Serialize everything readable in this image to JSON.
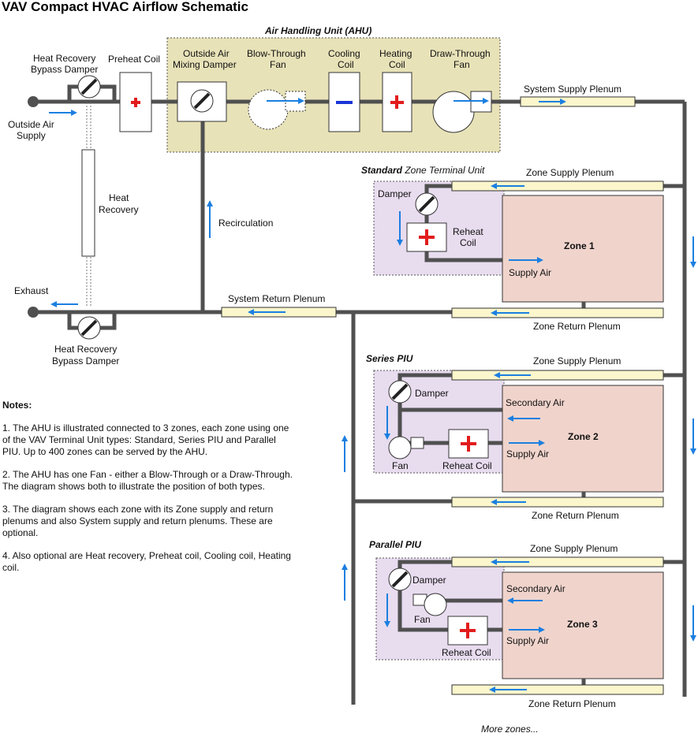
{
  "title": "VAV Compact HVAC Airflow Schematic",
  "ahu": {
    "label": "Air Handling Unit (AHU)",
    "mixing_damper": [
      "Outside Air",
      "Mixing Damper"
    ],
    "blow_through_fan": [
      "Blow-Through",
      "Fan"
    ],
    "cooling_coil": [
      "Cooling",
      "Coil"
    ],
    "heating_coil": [
      "Heating",
      "Coil"
    ],
    "draw_through_fan": [
      "Draw-Through",
      "Fan"
    ]
  },
  "outside": {
    "bypass_damper_top": [
      "Heat Recovery",
      "Bypass Damper"
    ],
    "preheat_coil": "Preheat Coil",
    "outside_air_supply": [
      "Outside Air",
      "Supply"
    ],
    "heat_recovery": [
      "Heat",
      "Recovery"
    ],
    "recirculation": "Recirculation",
    "exhaust": "Exhaust",
    "bypass_damper_bottom": [
      "Heat Recovery",
      "Bypass Damper"
    ]
  },
  "plenums": {
    "system_supply": "System Supply Plenum",
    "system_return": "System Return Plenum"
  },
  "zones": [
    {
      "unit_bold": "Standard",
      "unit_rest": " Zone Terminal Unit",
      "zone_supply": "Zone Supply Plenum",
      "zone_return": "Zone Return Plenum",
      "damper": "Damper",
      "reheat": [
        "Reheat",
        "Coil"
      ],
      "zone": "Zone 1",
      "supply_air": "Supply Air"
    },
    {
      "unit_bold": "Series PIU",
      "zone_supply": "Zone Supply Plenum",
      "zone_return": "Zone Return Plenum",
      "damper": "Damper",
      "fan": "Fan",
      "reheat": "Reheat Coil",
      "zone": "Zone 2",
      "secondary_air": "Secondary Air",
      "supply_air": "Supply Air"
    },
    {
      "unit_bold": "Parallel PIU",
      "zone_supply": "Zone Supply Plenum",
      "zone_return": "Zone Return Plenum",
      "damper": "Damper",
      "fan": "Fan",
      "reheat": "Reheat Coil",
      "zone": "Zone 3",
      "secondary_air": "Secondary Air",
      "supply_air": "Supply Air"
    }
  ],
  "notes": {
    "heading": "Notes:",
    "items": [
      "1. The AHU is illustrated connected to 3 zones, each zone using one of the VAV Terminal Unit types: Standard, Series PIU and Parallel PIU. Up to 400 zones can be served by the AHU.",
      "2. The AHU has one Fan - either a Blow-Through or a Draw-Through. The diagram shows both to illustrate the position of both types.",
      "3. The diagram shows each zone with its Zone supply and return plenums and also System supply and return plenums. These are optional.",
      "4. Also optional are Heat recovery, Preheat coil, Cooling coil, Heating coil."
    ]
  },
  "more_zones": "More zones...",
  "colors": {
    "duct": "#505050",
    "ahu_fill": "#e8e2b8",
    "terminal_fill": "#e8dcef",
    "zone_fill": "#f0d4cc",
    "plenum_fill": "#fbf6cc",
    "arrow": "#1b7fe0",
    "heat": "#e21c1c",
    "cool": "#1a35d6"
  }
}
